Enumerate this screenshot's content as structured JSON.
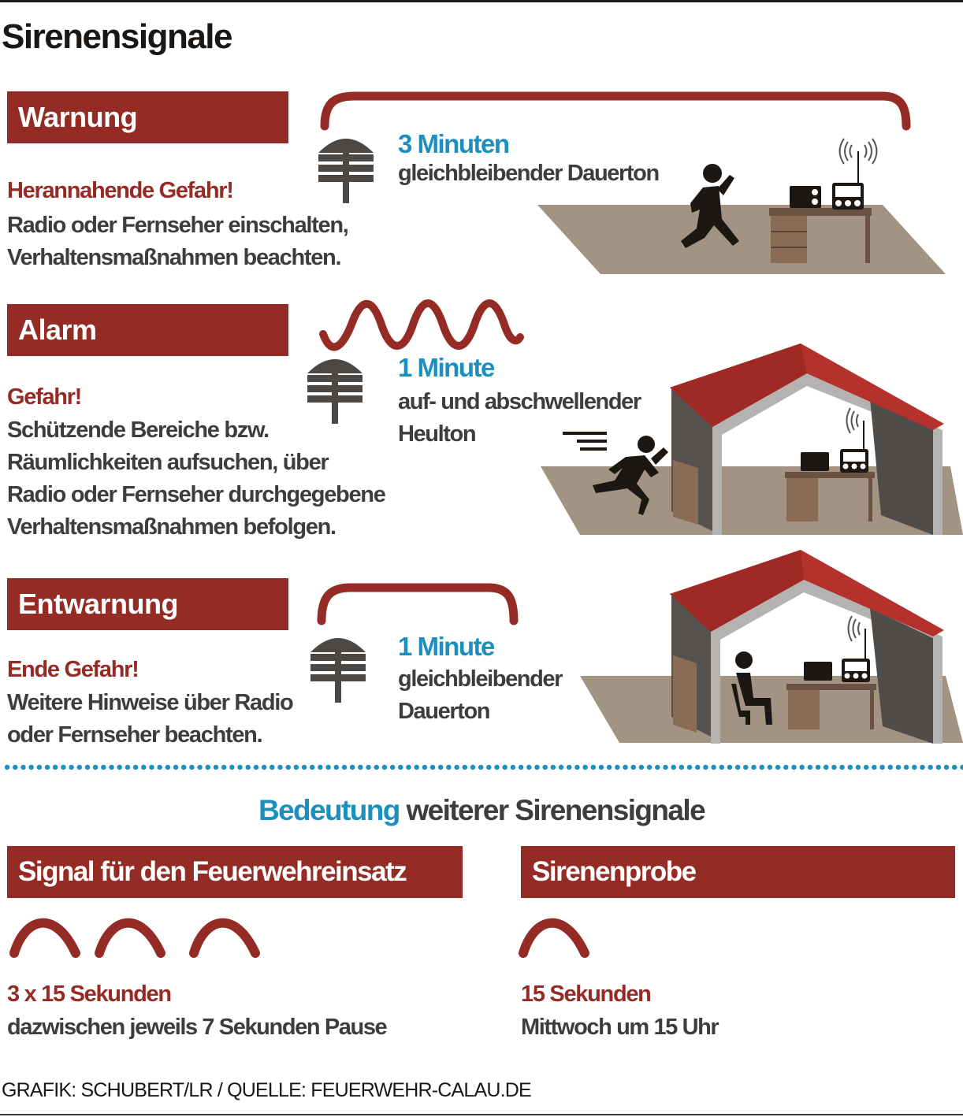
{
  "title": "Sirenensignale",
  "colors": {
    "brand_red": "#952b25",
    "accent_blue": "#1a8fc0",
    "text_grey": "#3f3d3c",
    "roof_red": "#b5312b",
    "floor_beige": "#a39382",
    "wall_grey": "#555250"
  },
  "signals": [
    {
      "label": "Warnung",
      "headline": "Herannahende Gefahr!",
      "body_lines": [
        "Radio oder Fernseher einschalten,",
        "Verhaltensmaßnahmen beachten."
      ],
      "duration": "3 Minuten",
      "tone_lines": [
        "gleichbleibender Dauerton"
      ],
      "waveform": "steady-tone",
      "scene": "person-running-to-radio"
    },
    {
      "label": "Alarm",
      "headline": "Gefahr!",
      "body_lines": [
        "Schützende Bereiche bzw.",
        "Räumlichkeiten aufsuchen, über",
        "Radio oder Fernseher durchgegebene",
        "Verhaltensmaßnahmen befolgen."
      ],
      "duration": "1 Minute",
      "tone_lines": [
        "auf- und abschwellender",
        "Heulton"
      ],
      "waveform": "wailing-tone",
      "scene": "person-running-into-house"
    },
    {
      "label": "Entwarnung",
      "headline": "Ende Gefahr!",
      "body_lines": [
        "Weitere Hinweise über Radio",
        "oder Fernseher beachten."
      ],
      "duration": "1 Minute",
      "tone_lines": [
        "gleichbleibender",
        "Dauerton"
      ],
      "waveform": "steady-tone",
      "scene": "person-seated-in-house"
    }
  ],
  "further": {
    "heading_highlight": "Bedeutung",
    "heading_rest": " weiterer Sirenensignale",
    "items": [
      {
        "label": "Signal für den Feuerwehreinsatz",
        "headline": "3 x 15 Sekunden",
        "body": "dazwischen jeweils 7 Sekunden Pause",
        "pulses": 3
      },
      {
        "label": "Sirenenprobe",
        "headline": "15 Sekunden",
        "body": "Mittwoch um 15 Uhr",
        "pulses": 1
      }
    ]
  },
  "credit": "GRAFIK: SCHUBERT/LR / QUELLE: FEUERWEHR-CALAU.DE"
}
